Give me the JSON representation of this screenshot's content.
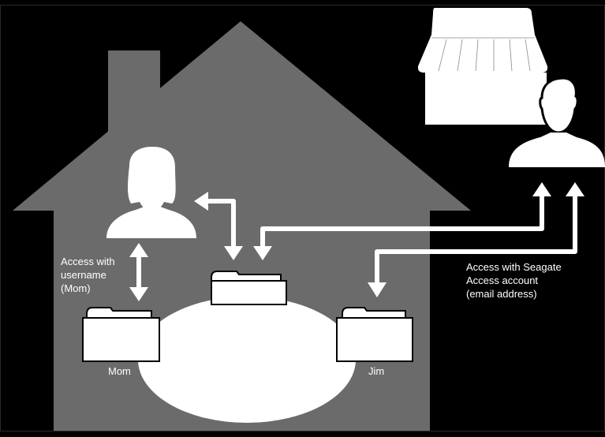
{
  "colors": {
    "background": "#000000",
    "house": "#6b6b6b",
    "foreground": "#ffffff"
  },
  "labels": {
    "local_access": [
      "Access with",
      "username",
      "(Mom)"
    ],
    "remote_access": [
      "Access with Seagate",
      "Access account",
      "(email address)"
    ],
    "folder_mom": "Mom",
    "folder_jim": "Jim"
  },
  "icons": {
    "house": "house-silhouette",
    "mom": "woman-user-icon",
    "jim": "man-user-icon",
    "laptop": "laptop-icon",
    "nas": "nas-drive-icon"
  }
}
